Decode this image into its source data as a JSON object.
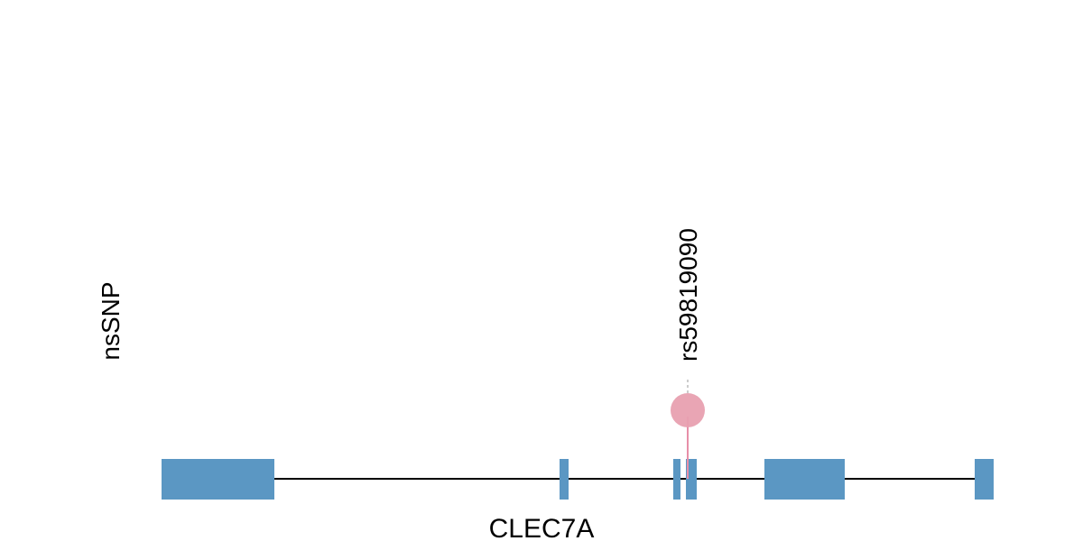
{
  "chart_data": {
    "type": "lollipop",
    "track_label": "nsSNP",
    "gene_label": "CLEC7A",
    "x_range": [
      0,
      922
    ],
    "exons": [
      [
        0,
        125
      ],
      [
        441,
        451
      ],
      [
        567,
        575
      ],
      [
        581,
        593
      ],
      [
        668,
        757
      ],
      [
        901,
        922
      ]
    ],
    "snps": [
      {
        "id": "rs59819090",
        "position": 583,
        "score": 1
      }
    ],
    "colors": {
      "exon": "#5b97c3",
      "snp": "#e8a0b0",
      "snp_stem": "#e78fa8",
      "backbone": "#000000",
      "dash": "#bbbbbb"
    }
  }
}
